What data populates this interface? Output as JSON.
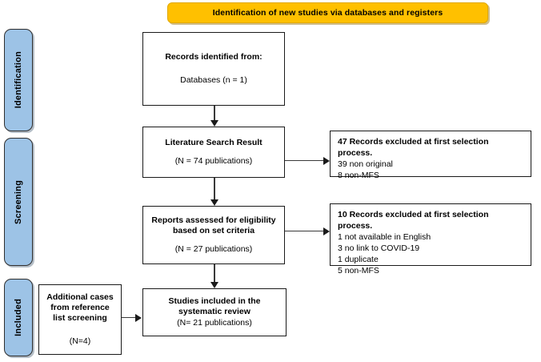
{
  "colors": {
    "banner_bg": "#FFC000",
    "phase_bg": "#9DC3E6",
    "box_border": "#1a1a1a",
    "text": "#000000"
  },
  "banner": {
    "title": "Identification of new studies via databases and registers"
  },
  "phases": [
    {
      "id": "identification",
      "label": "Identification"
    },
    {
      "id": "screening",
      "label": "Screening"
    },
    {
      "id": "included",
      "label": "Included"
    }
  ],
  "boxes": {
    "records_identified": {
      "heading": "Records identified from:",
      "detail": "Databases (n = 1)"
    },
    "literature_search": {
      "heading": "Literature Search Result",
      "detail": "(N = 74 publications)"
    },
    "reports_assessed": {
      "heading_line1": "Reports assessed for eligibility",
      "heading_line2": "based on set criteria",
      "detail": "(N = 27 publications)"
    },
    "additional_cases": {
      "heading_line1": "Additional cases",
      "heading_line2": "from reference",
      "heading_line3": "list screening",
      "detail": "(N=4)"
    },
    "studies_included": {
      "heading_line1": "Studies included in the",
      "heading_line2": "systematic review",
      "detail": "(N= 21 publications)"
    }
  },
  "exclusions": {
    "first": {
      "heading": "47 Records excluded at first selection process.",
      "reasons": [
        "39 non original",
        "8 non-MFS"
      ]
    },
    "second": {
      "heading": "10 Records excluded at first selection process.",
      "reasons": [
        "1 not available in English",
        "3 no link to COVID-19",
        "1 duplicate",
        "5 non-MFS"
      ]
    }
  }
}
